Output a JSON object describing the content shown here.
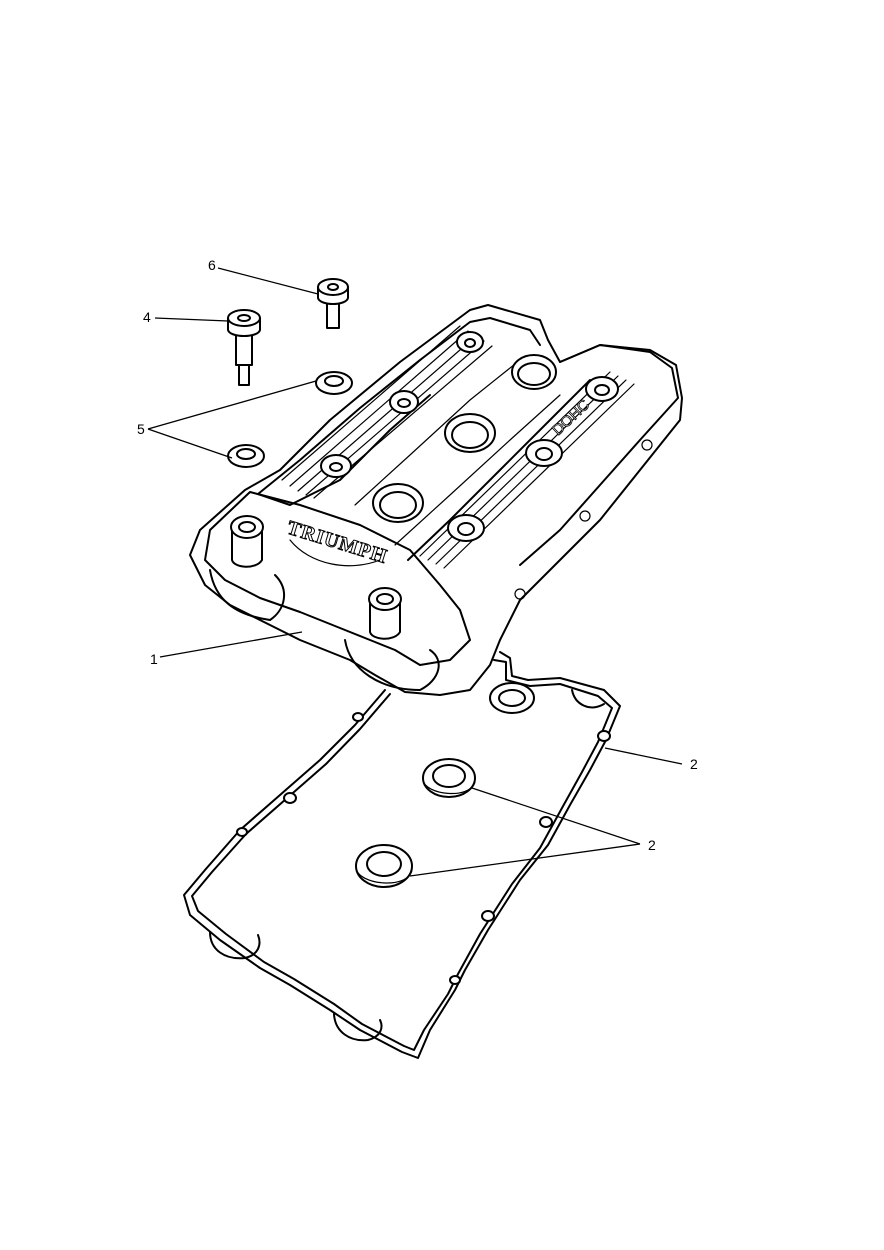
{
  "callouts": {
    "one": "1",
    "two_gasket": "2",
    "two_seals": "2",
    "four": "4",
    "five": "5",
    "six": "6"
  },
  "cover_markings": {
    "brand": "TRIUMPH",
    "model": "DOHC"
  }
}
